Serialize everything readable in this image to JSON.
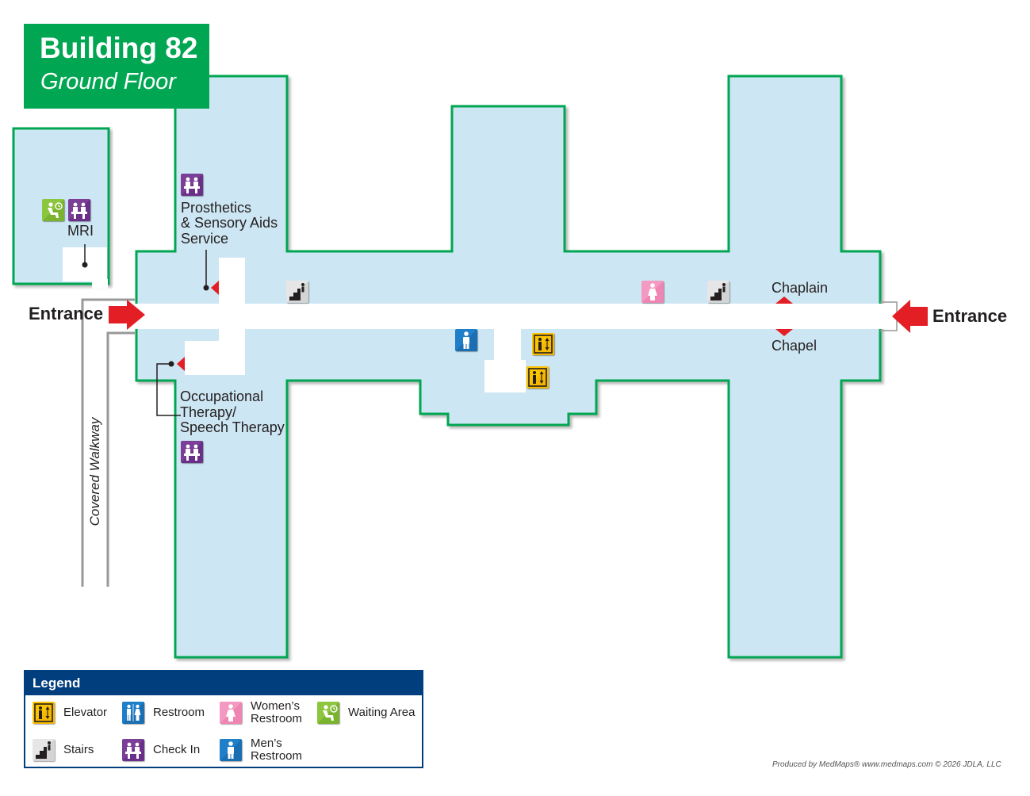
{
  "title": {
    "building": "Building 82",
    "floor": "Ground Floor"
  },
  "colors": {
    "room_fill": "#cde6f3",
    "outline": "#00a651",
    "corridor": "#ffffff",
    "arrow": "#e31e24",
    "legend_header": "#003e7e"
  },
  "labels": {
    "entrance_left": "Entrance",
    "entrance_right": "Entrance",
    "mri": "MRI",
    "prosthetics_line1": "Prosthetics",
    "prosthetics_line2": "& Sensory Aids",
    "prosthetics_line3": "Service",
    "ot_line1": "Occupational",
    "ot_line2": "Therapy/",
    "ot_line3": "Speech Therapy",
    "chaplain": "Chaplain",
    "chapel": "Chapel",
    "covered_walkway": "Covered Walkway"
  },
  "map_icons": [
    "waiting-area-icon",
    "check-in-icon",
    "stairs-icon",
    "elevator-icon",
    "mens-restroom-icon",
    "womens-restroom-icon"
  ],
  "legend": {
    "title": "Legend",
    "items": [
      {
        "icon": "elevator-icon",
        "line1": "Elevator",
        "line2": ""
      },
      {
        "icon": "restroom-icon",
        "line1": "Restroom",
        "line2": ""
      },
      {
        "icon": "womens-restroom-icon",
        "line1": "Women’s",
        "line2": "Restroom"
      },
      {
        "icon": "waiting-area-icon",
        "line1": "Waiting Area",
        "line2": ""
      },
      {
        "icon": "stairs-icon",
        "line1": "Stairs",
        "line2": ""
      },
      {
        "icon": "check-in-icon",
        "line1": "Check In",
        "line2": ""
      },
      {
        "icon": "mens-restroom-icon",
        "line1": "Men’s",
        "line2": "Restroom"
      }
    ]
  },
  "credit": "Produced by MedMaps® www.medmaps.com © 2026 JDLA, LLC"
}
